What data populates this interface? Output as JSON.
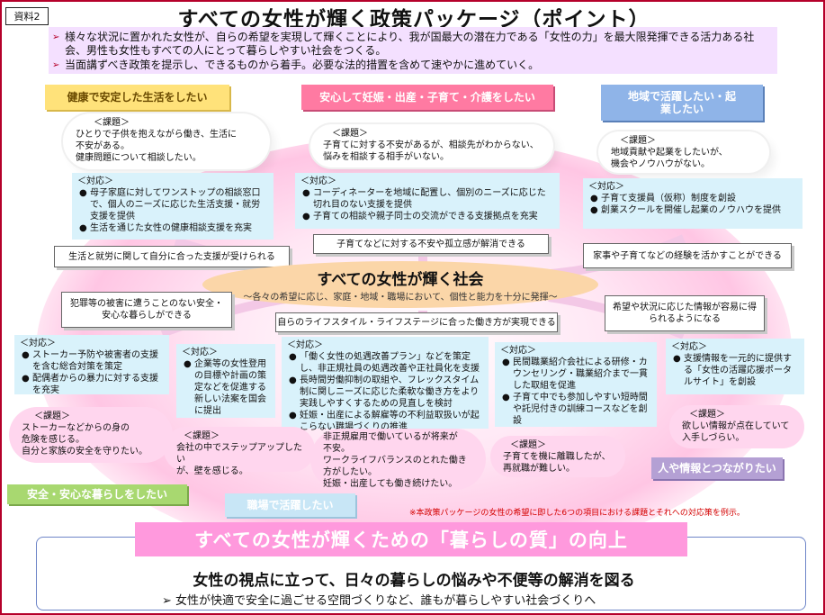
{
  "doc_label": "資料2",
  "title": "すべての女性が輝く政策パッケージ（ポイント）",
  "intro": [
    "様々な状況に置かれた女性が、自らの希望を実現して輝くことにより、我が国最大の潜在力である「女性の力」を最大限発揮できる活力ある社会、男性も女性もすべての人にとって暮らしやすい社会をつくる。",
    "当面講ずべき政策を提示し、できるものから着手。必要な法的措置を含めて速やかに進めていく。"
  ],
  "categories": {
    "health": "健康で安定した生活をしたい",
    "child": "安心して妊娠・出産・子育て・介護をしたい",
    "region": "地域で活躍したい・起業したい",
    "safety": "安全・安心な暮らしをしたい",
    "work": "職場で活躍したい",
    "info": "人や情報とつながりたい"
  },
  "issue_heading": "＜課題＞",
  "action_heading": "＜対応＞",
  "bullet": "●",
  "intro_bullet": "➢",
  "issues": {
    "health": [
      "ひとりで子供を抱えながら働き、生活に",
      "不安がある。",
      "健康問題について相談したい。"
    ],
    "child": [
      "子育てに対する不安があるが、相談先がわからない、",
      "悩みを相談する相手がいない。"
    ],
    "region": [
      "地域貢献や起業をしたいが、",
      "機会やノウハウがない。"
    ],
    "safety": [
      "ストーカーなどからの身の",
      "危険を感じる。",
      "自分と家族の安全を守りたい。"
    ],
    "work1": [
      "会社の中でステップアップしたい",
      "が、壁を感じる。"
    ],
    "work2": [
      "非正規雇用で働いているが将来が",
      "不安。",
      "ワークライフバランスのとれた働き",
      "方がしたい。",
      "妊娠・出産しても働き続けたい。"
    ],
    "reentry": [
      "子育てを機に離職したが、",
      "再就職が難しい。"
    ],
    "info": [
      "欲しい情報が点在していて",
      "入手しづらい。"
    ]
  },
  "actions": {
    "health": [
      "母子家庭に対してワンストップの相談窓口で、個人のニーズに応じた生活支援・就労支援を提供",
      "生活を通じた女性の健康相談支援を充実"
    ],
    "child": [
      "コーディネーターを地域に配置し、個別のニーズに応じた切れ目のない支援を提供",
      "子育ての相談や親子同士の交流ができる支援拠点を充実"
    ],
    "region": [
      "子育て支援員（仮称）制度を創設",
      "創業スクールを開催し起業のノウハウを提供"
    ],
    "safety": [
      "ストーカー予防や被害者の支援を含む総合対策を策定",
      "配偶者からの暴力に対する支援を充実"
    ],
    "work1": [
      "企業等の女性登用の目標や計画の策定などを促進する新しい法案を国会に提出"
    ],
    "work2": [
      "「働く女性の処遇改善プラン」などを策定し、非正規社員の処遇改善や正社員化を支援",
      "長時間労働抑制の取組や、フレックスタイム制に関しニーズに応じた柔軟な働き方をより実践しやすくするための見直しを検討",
      "妊娠・出産による解雇等の不利益取扱いが起こらない職場づくりの推進"
    ],
    "reentry": [
      "民間職業紹介会社による研修・カウンセリング・職業紹介まで一貫した取組を促進",
      "子育て中でも参加しやすい短時間や託児付きの訓練コースなどを創設"
    ],
    "info": [
      "支援情報を一元的に提供する「女性の活躍応援ポータルサイト」を創設"
    ]
  },
  "results": {
    "health": "生活と就労に関して自分に合った支援が受けられる",
    "child": "子育てなどに対する不安や孤立感が解消できる",
    "region": "家事や子育てなどの経験を活かすことができる",
    "safety": "犯罪等の被害に遭うことのない安全・安心な暮らしができる",
    "work": "自らのライフスタイル・ライフステージに合った働き方が実現できる",
    "info": "希望や状況に応じた情報が容易に得られるようになる"
  },
  "center_title": "すべての女性が輝く社会",
  "center_sub": "～各々の希望に応じ、家庭・地域・職場において、個性と能力を十分に発揮～",
  "note": "※本政策パッケージの女性の希望に即した6つの項目における課題とそれへの対応策を例示。",
  "bottom_title": "すべての女性が輝くための「暮らしの質」の向上",
  "bottom_sub": "女性の視点に立って、日々の暮らしの悩みや不便等の解消を図る",
  "bottom_point": "女性が快適で安全に過ごせる空間づくりなど、誰もが暮らしやすい社会づくりへ",
  "colors": {
    "frame": "#b5002a",
    "health_cat": "#ffe27a",
    "child_cat": "#ff7aa2",
    "region_cat": "#8fb4e8",
    "safety_cat": "#a8d870",
    "work_cat": "#c8e6f6",
    "info_cat": "#b4a0d4",
    "center": "#fbd6a8",
    "bottom": "#ff99dd"
  }
}
